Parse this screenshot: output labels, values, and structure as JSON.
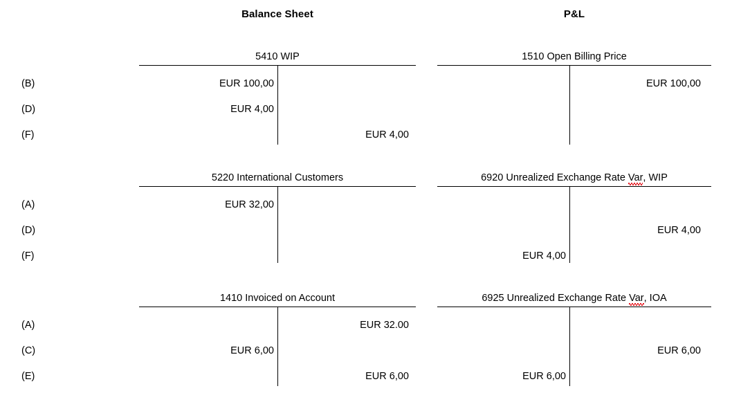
{
  "headers": {
    "balance_sheet": "Balance Sheet",
    "profit_and_loss": "P&L"
  },
  "blocks": [
    {
      "id": "block-1",
      "row_labels": [
        "(B)",
        "(D)",
        "(F)"
      ],
      "accounts": [
        {
          "id": "5410-wip",
          "column": "balance-sheet",
          "title": "5410 WIP",
          "title_misspelled_word": "",
          "rows": [
            {
              "label": "(B)",
              "debit": "EUR 100,00",
              "credit": ""
            },
            {
              "label": "(D)",
              "debit": "EUR 4,00",
              "credit": ""
            },
            {
              "label": "(F)",
              "debit": "",
              "credit": "EUR 4,00"
            }
          ]
        },
        {
          "id": "1510-open-billing-price",
          "column": "profit-and-loss",
          "title": "1510 Open Billing Price",
          "title_misspelled_word": "",
          "rows": [
            {
              "label": "(B)",
              "debit": "",
              "credit": "EUR 100,00"
            },
            {
              "label": "(D)",
              "debit": "",
              "credit": ""
            },
            {
              "label": "(F)",
              "debit": "",
              "credit": ""
            }
          ]
        }
      ]
    },
    {
      "id": "block-2",
      "row_labels": [
        "(A)",
        "(D)",
        "(F)"
      ],
      "accounts": [
        {
          "id": "5220-international-customers",
          "column": "balance-sheet",
          "title": "5220 International Customers",
          "title_misspelled_word": "",
          "rows": [
            {
              "label": "(A)",
              "debit": "EUR 32,00",
              "credit": ""
            },
            {
              "label": "(D)",
              "debit": "",
              "credit": ""
            },
            {
              "label": "(F)",
              "debit": "",
              "credit": ""
            }
          ]
        },
        {
          "id": "6920-unrealized-exchange-rate-var-wip",
          "column": "profit-and-loss",
          "title_prefix": "6920 Unrealized Exchange Rate ",
          "title_misspelled_word": "Var",
          "title_suffix": ", WIP",
          "title": "6920 Unrealized Exchange Rate Var, WIP",
          "rows": [
            {
              "label": "(A)",
              "debit": "",
              "credit": ""
            },
            {
              "label": "(D)",
              "debit": "",
              "credit": "EUR 4,00"
            },
            {
              "label": "(F)",
              "debit": "EUR 4,00",
              "credit": ""
            }
          ]
        }
      ]
    },
    {
      "id": "block-3",
      "row_labels": [
        "(A)",
        "(C)",
        "(E)"
      ],
      "accounts": [
        {
          "id": "1410-invoiced-on-account",
          "column": "balance-sheet",
          "title": "1410 Invoiced on Account",
          "title_misspelled_word": "",
          "rows": [
            {
              "label": "(A)",
              "debit": "",
              "credit": "EUR 32.00"
            },
            {
              "label": "(C)",
              "debit": "EUR 6,00",
              "credit": ""
            },
            {
              "label": "(E)",
              "debit": "",
              "credit": "EUR 6,00"
            }
          ]
        },
        {
          "id": "6925-unrealized-exchange-rate-var-ioa",
          "column": "profit-and-loss",
          "title_prefix": "6925 Unrealized Exchange Rate ",
          "title_misspelled_word": "Var",
          "title_suffix": ", IOA",
          "title": "6925 Unrealized Exchange Rate Var, IOA",
          "rows": [
            {
              "label": "(A)",
              "debit": "",
              "credit": ""
            },
            {
              "label": "(C)",
              "debit": "",
              "credit": "EUR 6,00"
            },
            {
              "label": "(E)",
              "debit": "EUR 6,00",
              "credit": ""
            }
          ]
        }
      ]
    }
  ],
  "colors": {
    "line": "#000000",
    "text": "#000000",
    "spell_error_underline": "#e8232a",
    "background": "#ffffff"
  }
}
